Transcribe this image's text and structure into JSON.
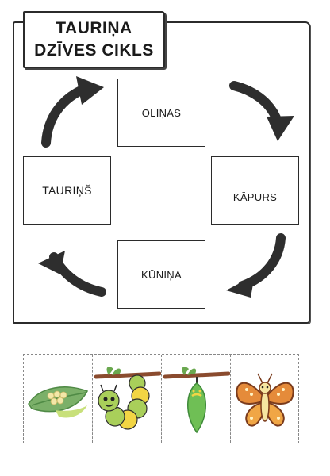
{
  "title": {
    "line1": "TAURIŅA",
    "line2": "DZĪVES CIKLS"
  },
  "stages": {
    "top": "OLIŅAS",
    "right": "KĀPURS",
    "bottom": "KŪNIŅA",
    "left": "TAURIŅŠ"
  },
  "cutout_images": [
    "eggs-on-leaf-icon",
    "caterpillar-icon",
    "chrysalis-icon",
    "butterfly-icon"
  ],
  "colors": {
    "arrow": "#2e2e2e",
    "leaf": "#7bb069",
    "egg": "#f3e7a8",
    "caterpillar": "#a9cf5a",
    "butterfly": "#e58b3a",
    "branch": "#8a4b2e"
  }
}
